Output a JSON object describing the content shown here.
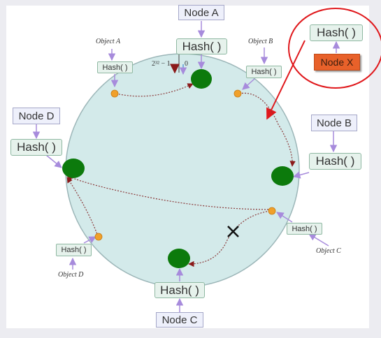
{
  "nodes": {
    "a": "Node A",
    "b": "Node B",
    "c": "Node C",
    "d": "Node D",
    "x": "Node X"
  },
  "hash_label": "Hash( )",
  "objects": {
    "a": "Object A",
    "b": "Object B",
    "c": "Object C",
    "d": "Object D"
  },
  "ring_labels": {
    "max": "2³² − 1",
    "zero": "0"
  },
  "colors": {
    "ring_fill": "#d3eaea",
    "ring_stroke": "#9cb6b8",
    "node_dot": "#0c7a0c",
    "object_dot": "#f0a02a",
    "flow_arrow": "#8b1a1a",
    "connector": "#a78bdc",
    "highlight": "#e0181c"
  }
}
